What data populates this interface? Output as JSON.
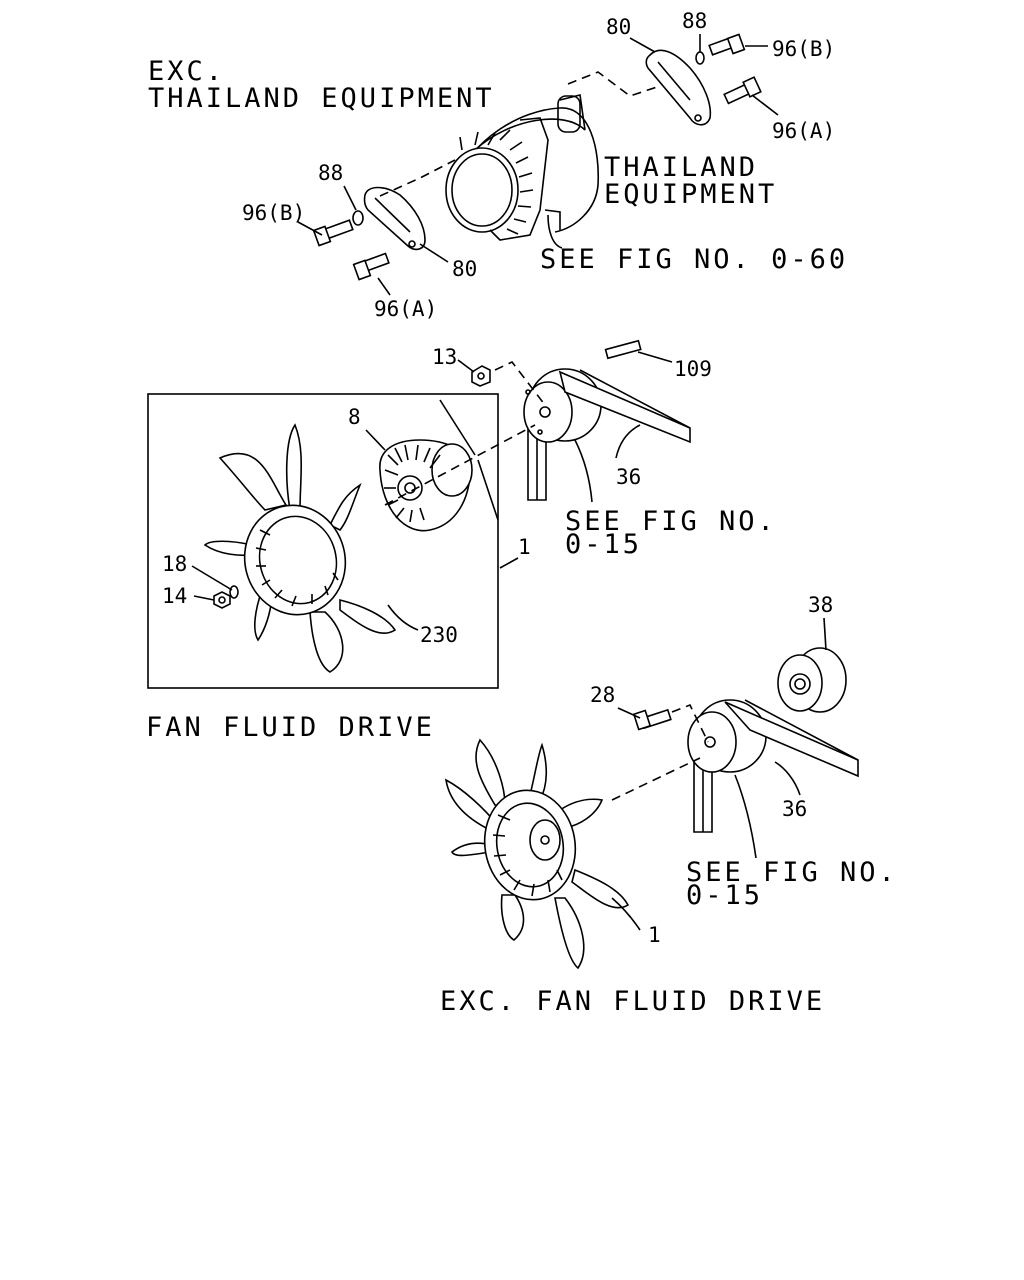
{
  "headings": {
    "exc_thailand_line1": "EXC.",
    "exc_thailand_line2": "THAILAND EQUIPMENT",
    "thailand_line1": "THAILAND",
    "thailand_line2": "EQUIPMENT",
    "see_fig_060": "SEE FIG NO. 0-60",
    "see_fig_015_upper_line1": "SEE FIG NO.",
    "see_fig_015_upper_line2": "0-15",
    "see_fig_015_lower_line1": "SEE FIG NO.",
    "see_fig_015_lower_line2": "0-15",
    "fan_fluid_drive": "FAN FLUID DRIVE",
    "exc_fan_fluid_drive": "EXC. FAN FLUID DRIVE"
  },
  "callouts": {
    "c80_top": "80",
    "c88_top": "88",
    "c96b_top": "96(B)",
    "c96a_top": "96(A)",
    "c88_left": "88",
    "c96b_left": "96(B)",
    "c80_left": "80",
    "c96a_left": "96(A)",
    "c13": "13",
    "c109": "109",
    "c8": "8",
    "c36_upper": "36",
    "c1_upper": "1",
    "c18": "18",
    "c14": "14",
    "c230": "230",
    "c38": "38",
    "c28": "28",
    "c36_lower": "36",
    "c1_lower": "1"
  }
}
